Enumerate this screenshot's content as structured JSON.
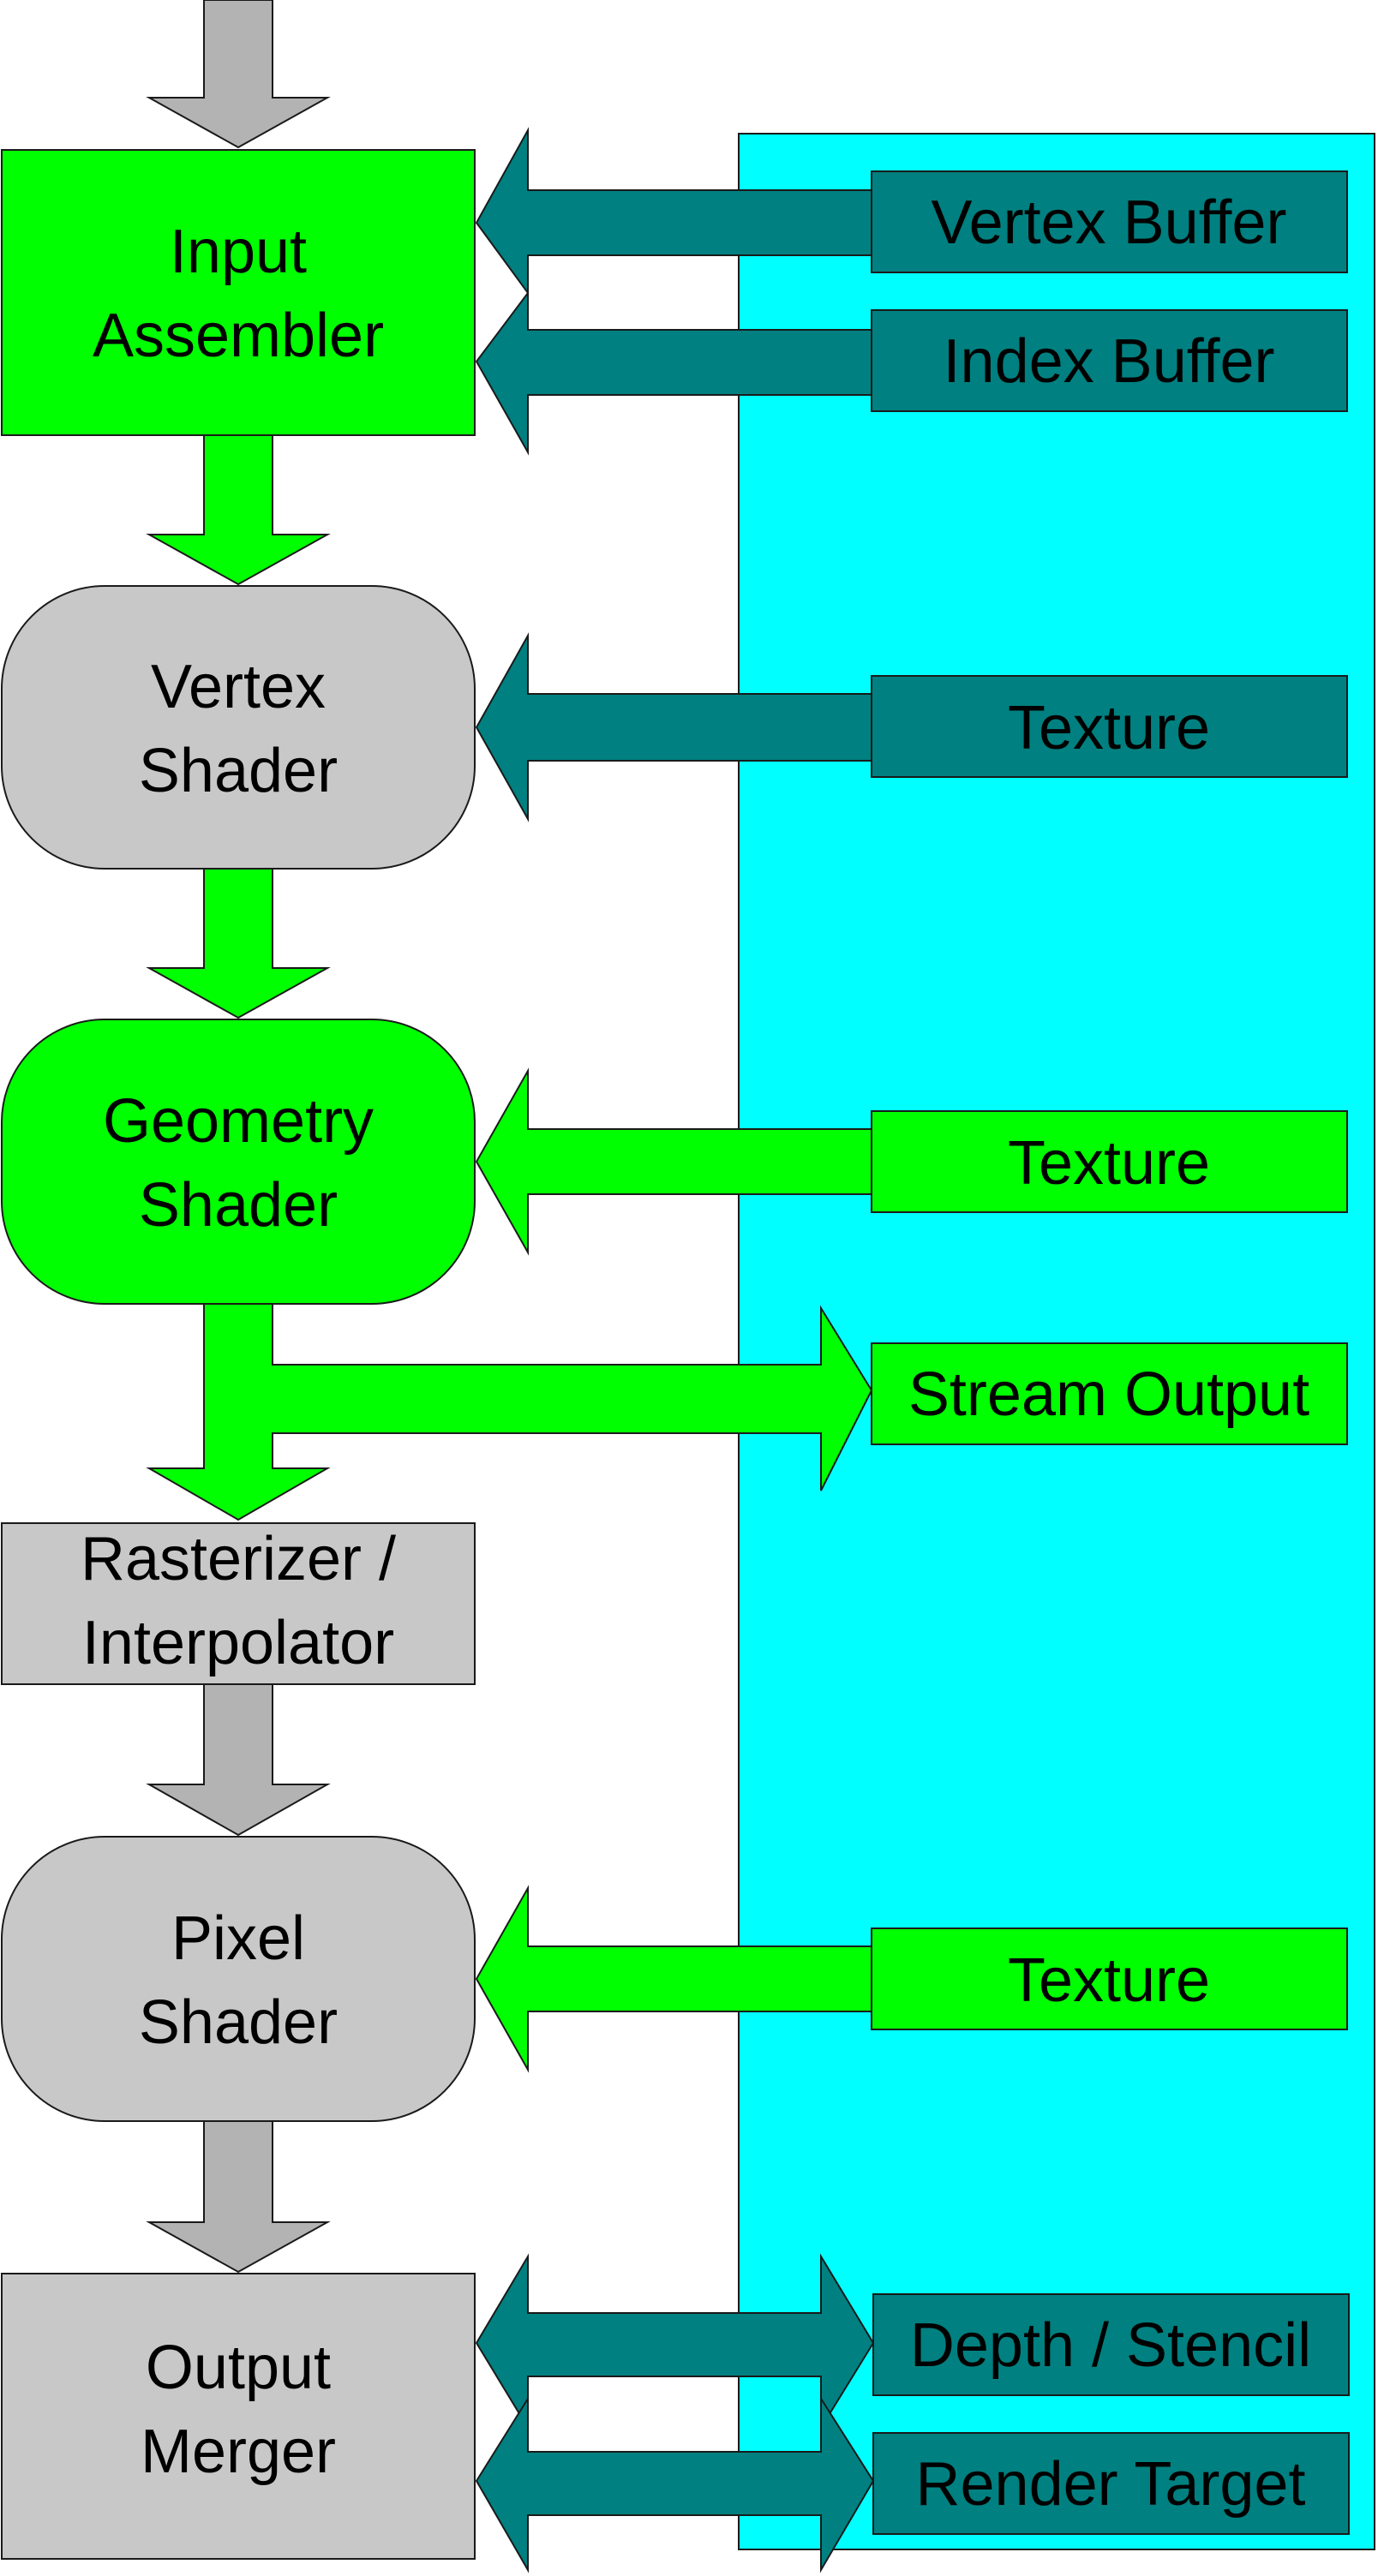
{
  "colors": {
    "bright_green": "#00FF00",
    "light_gray": "#C8C8C8",
    "arrow_gray": "#B3B3B3",
    "teal": "#008080",
    "cyan": "#00FFFF",
    "outline": "#1a1a1a"
  },
  "stages": {
    "input_assembler": {
      "line1": "Input",
      "line2": "Assembler"
    },
    "vertex_shader": {
      "line1": "Vertex",
      "line2": "Shader"
    },
    "geometry_shader": {
      "line1": "Geometry",
      "line2": "Shader"
    },
    "rasterizer": {
      "line1": "Rasterizer /",
      "line2": "Interpolator"
    },
    "pixel_shader": {
      "line1": "Pixel",
      "line2": "Shader"
    },
    "output_merger": {
      "line1": "Output",
      "line2": "Merger"
    }
  },
  "resources": {
    "vertex_buffer": "Vertex Buffer",
    "index_buffer": "Index Buffer",
    "vs_texture": "Texture",
    "gs_texture": "Texture",
    "stream_output": "Stream Output",
    "ps_texture": "Texture",
    "depth_stencil": "Depth / Stencil",
    "render_target": "Render Target"
  }
}
